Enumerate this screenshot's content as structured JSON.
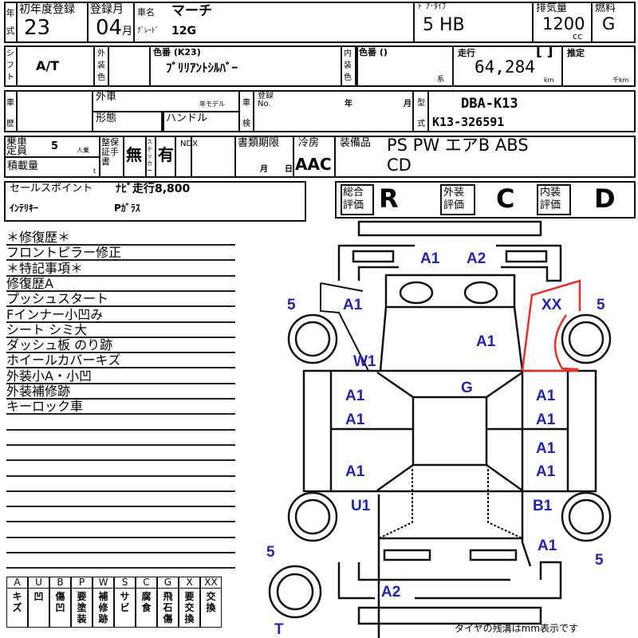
{
  "header": {
    "year_label": "年式",
    "first_reg_label": "初年度登録",
    "first_reg_value": "23",
    "reg_month_label": "登録月",
    "reg_month_value": "04",
    "month_unit": "月",
    "car_name_label": "車名",
    "car_name": "マーチ",
    "grade_label": "ｸﾞﾚｰﾄﾞ",
    "grade": "12G",
    "door_type_label": "ﾄﾞｱ･ﾀｲﾌﾟ",
    "door_type": "5 HB",
    "displacement_label": "排気量",
    "displacement": "1200",
    "cc_unit": "cc",
    "fuel_label": "燃料",
    "fuel": "G"
  },
  "row2": {
    "shift_label": "シフト",
    "shift": "A/T",
    "ext_color_label": "外装色",
    "color_code_label": "色番 (K23)",
    "color_name": "ﾌﾞﾘﾘｱﾝﾄｼﾙﾊﾞｰ",
    "int_color_label": "内装色",
    "int_color_code_label": "色番 ()",
    "int_color_suffix": "系",
    "mileage_label": "走行",
    "mileage_bracket": "[ ]",
    "mileage": "64,284",
    "km_unit": "km",
    "estimate_label": "推定",
    "thousand_km": "千km"
  },
  "row3": {
    "history_label": "車歴",
    "import_label": "外車",
    "model_year_label": "年モデル",
    "body_label": "形態",
    "handle_label": "ハンドル",
    "inspection_label": "車検",
    "reg_no_label": "登録 No.",
    "year_unit": "年",
    "month_unit": "月",
    "model_label": "型式",
    "model_code": "DBA-K13",
    "chassis": "K13-326591"
  },
  "row4": {
    "capacity_label": "乗車定員",
    "capacity": "5",
    "person_unit": "人乗",
    "load_label": "積載量",
    "ton_unit": "t",
    "warranty_label": "整保証手書",
    "warranty": "無",
    "sticker_label": "ステッカー",
    "sticker": "有",
    "ndx_label": "NDX",
    "docs_label": "書類期限",
    "docs_month": "月",
    "docs_day": "日",
    "ac_label": "冷房",
    "ac": "AAC",
    "equipment_label": "装備品",
    "equipment_1": "PS PW エアB ABS",
    "equipment_2": "CD"
  },
  "sales": {
    "label": "セールスポイント",
    "line1": "ﾅﾋﾞ走行8,800",
    "line2_a": "ｲﾝﾃﾘｷｰ",
    "line2_b": "Pｶﾞﾗｽ"
  },
  "grades": {
    "overall_label": "総合評価",
    "overall": "R",
    "exterior_label": "外装評価",
    "exterior": "C",
    "interior_label": "内装評価",
    "interior": "D"
  },
  "notes": [
    "＊修復歴＊",
    "フロントピラー修正",
    "＊特記事項＊",
    "修復歴A",
    "プッシュスタート",
    "Fインナー小凹み",
    "シート シミ大",
    "ダッシュ板 のり跡",
    "ホイールカバーキズ",
    "外装小A・小凹",
    "外装補修跡",
    "キーロック車"
  ],
  "legend": [
    {
      "code": "A",
      "meaning": "キズ"
    },
    {
      "code": "U",
      "meaning": "凹"
    },
    {
      "code": "B",
      "meaning": "傷凹"
    },
    {
      "code": "P",
      "meaning": "要塗装"
    },
    {
      "code": "W",
      "meaning": "補修跡"
    },
    {
      "code": "S",
      "meaning": "サビ"
    },
    {
      "code": "C",
      "meaning": "腐食"
    },
    {
      "code": "G",
      "meaning": "飛石傷"
    },
    {
      "code": "X",
      "meaning": "要交換"
    },
    {
      "code": "XX",
      "meaning": "交換"
    }
  ],
  "diagram": {
    "marks": [
      "A1",
      "A2",
      "5",
      "A1",
      "XX",
      "5",
      "A1",
      "W1",
      "G",
      "A1",
      "A1",
      "A1",
      "A1",
      "A1",
      "A1",
      "A1",
      "U1",
      "B1",
      "A1",
      "5",
      "5",
      "A2",
      "T"
    ],
    "tire_note": "タイヤの残溝はmm表示です",
    "colors": {
      "marks": "#2424a8",
      "replaced": "#e03030"
    }
  }
}
